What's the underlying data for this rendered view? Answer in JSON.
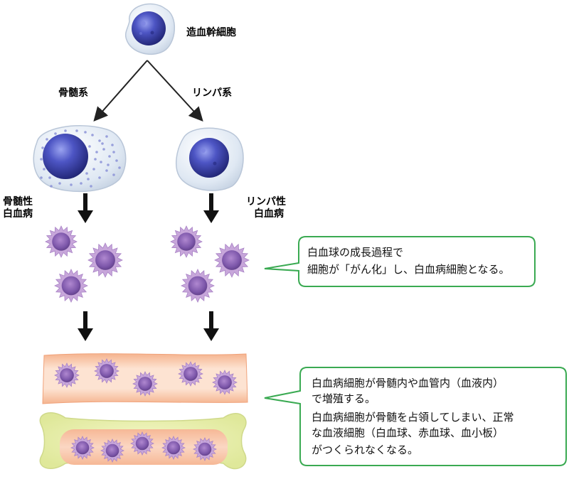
{
  "labels": {
    "stem_cell": "造血幹細胞",
    "myeloid_branch": "骨髄系",
    "lymphoid_branch": "リンパ系",
    "myeloid_leukemia": [
      "骨髄性",
      "白血病"
    ],
    "lymphoid_leukemia": [
      "リンパ性",
      "白血病"
    ]
  },
  "callouts": {
    "top": {
      "lines": [
        "白血球の成長過程で",
        "細胞が「がん化」し、白血病細胞となる。"
      ]
    },
    "bottom": {
      "lines": [
        "白血病細胞が骨髄内や血管内（血液内）",
        "で増殖する。",
        "白血病細胞が骨髄を占領してしまい、正常",
        "な血液細胞（白血球、赤血球、血小板）",
        "がつくられなくなる。"
      ]
    }
  },
  "colors": {
    "callout_border": "#3aaa52",
    "cell_nucleus": "#3a3fa0",
    "leukemia_cell": "#8a64b4",
    "leukemia_spikes": "#c7a6da",
    "vessel": "#f8cdb0",
    "bone": "#eaf0a8"
  }
}
